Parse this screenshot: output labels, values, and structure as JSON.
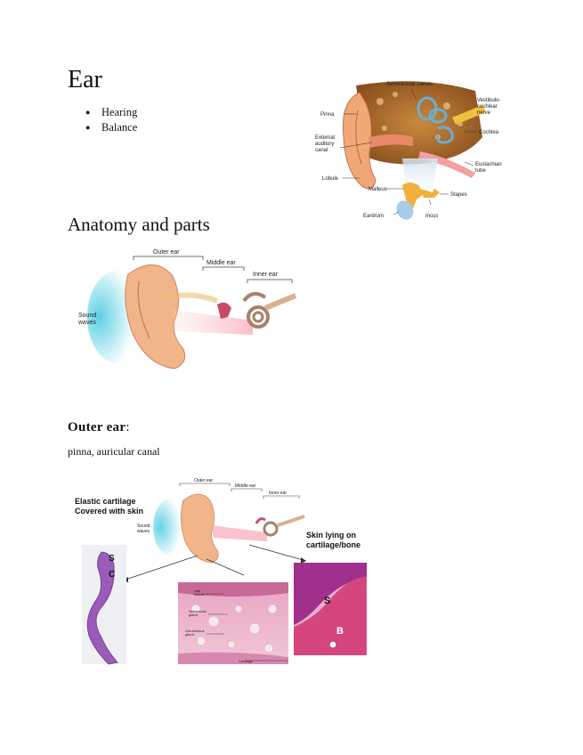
{
  "title": "Ear",
  "bullets": [
    "Hearing",
    "Balance"
  ],
  "figure1": {
    "labels": {
      "semicircular": "Semicircular canals",
      "vestibulo": [
        "Vestibulo-",
        "cochlear",
        "nerve"
      ],
      "pinna": "Pinna",
      "external": [
        "External",
        "auditory",
        "canal"
      ],
      "cochlea": "Cochlea",
      "eustachian": [
        "Eustachian",
        "tube"
      ],
      "lobule": "Lobule",
      "malleus": "Malleus",
      "stapes": "Stapes",
      "eardrum": "Eardrum",
      "incus": "Incus"
    }
  },
  "section_heading": "Anatomy and parts",
  "figure2": {
    "outer_ear": "Outer ear",
    "middle_ear": "Middle ear",
    "inner_ear": "Inner ear",
    "sound_waves": [
      "Sound",
      "waves"
    ]
  },
  "outer_heading": "Outer ear",
  "outer_colon": ":",
  "outer_desc": "pinna, auricular canal",
  "figure3": {
    "elastic": [
      "Elastic cartilage",
      "Covered with skin"
    ],
    "skin": [
      "Skin lying on",
      "cartilage/bone"
    ],
    "outer_ear": "Outer ear",
    "middle_ear": "Middle ear",
    "inner_ear": "Inner ear",
    "sound_waves": [
      "Sound",
      "waves"
    ],
    "S1": "S",
    "C": "C",
    "S2": "S",
    "B": "B",
    "hair": [
      "Hair",
      "follicle"
    ],
    "sebaceous": [
      "Sebaceous",
      "gland"
    ],
    "ceruminous": [
      "Ceruminous",
      "gland"
    ],
    "cartilage": "Cartilage"
  }
}
